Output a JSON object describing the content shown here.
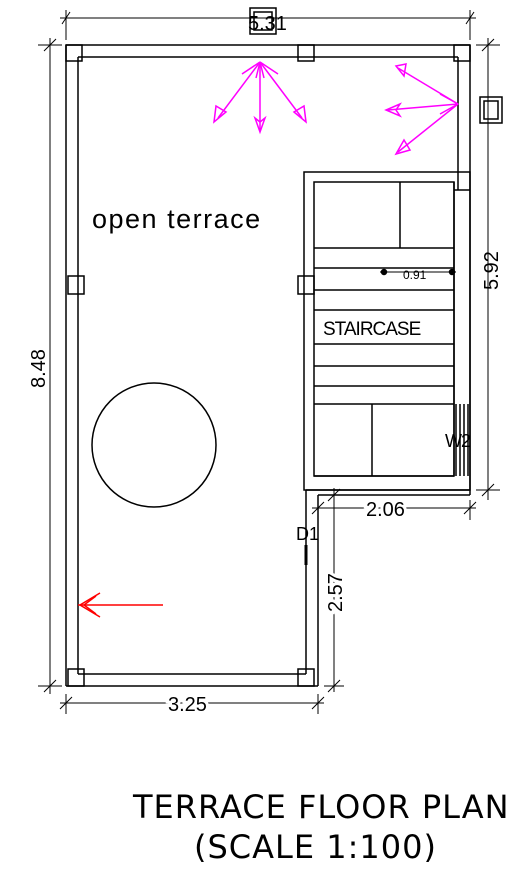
{
  "labels": {
    "open_terrace": "open terrace",
    "staircase": "STAIRCASE",
    "door": "D1",
    "window": "W2",
    "stair_width": "0.91"
  },
  "dimensions": {
    "top": "5.31",
    "left": "8.48",
    "right": "5.92",
    "stair_bottom": "2.06",
    "door_side": "2.57",
    "bottom": "3.25"
  },
  "title": {
    "line1": "TERRACE FLOOR PLAN",
    "line2": "(SCALE 1:100)"
  },
  "colors": {
    "wall": "#000000",
    "wind_arrows": "#ff00ff",
    "entry_arrow": "#ff0000"
  }
}
